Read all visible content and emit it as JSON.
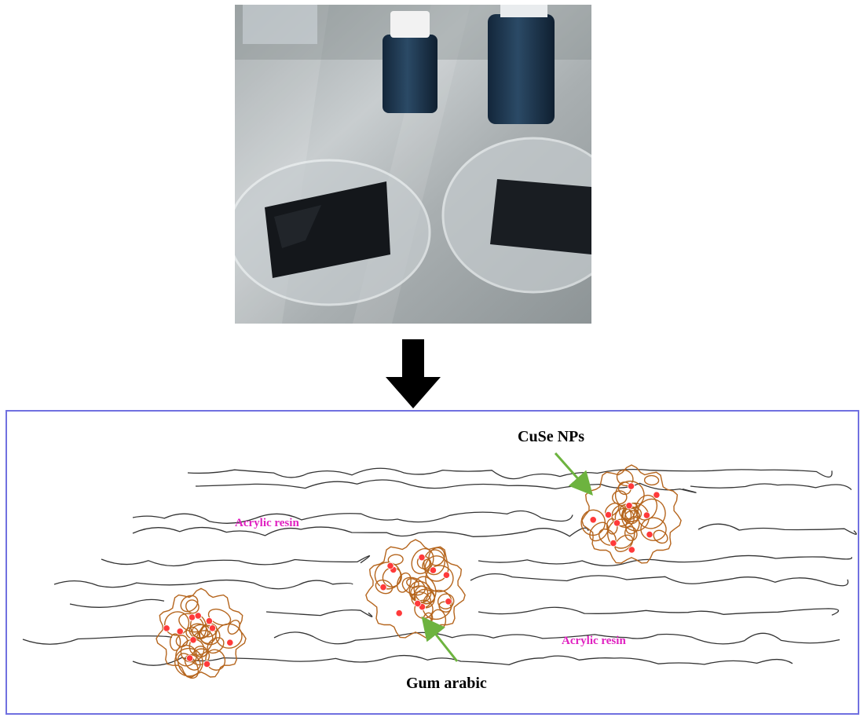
{
  "labels": {
    "nanoparticles": "CuSe NPs",
    "gum_arabic": "Gum arabic",
    "resin_left": "Acrylic resin",
    "resin_right": "Acrylic resin"
  },
  "photo": {
    "subject": "two petri dishes with black coated squares and two bottles of dark ink on a steel bench"
  },
  "colors": {
    "panel_border": "#7070e0",
    "resin_chain": "#333333",
    "gum_arabic_chain": "#b5651d",
    "nanoparticle": "#ff3a3a",
    "pointer_arrow": "#6db33f",
    "resin_label": "#e020c0",
    "down_arrow": "#000000"
  },
  "icons": {
    "down_arrow": "down-arrow-icon",
    "pointer": "pointer-arrow-icon"
  }
}
